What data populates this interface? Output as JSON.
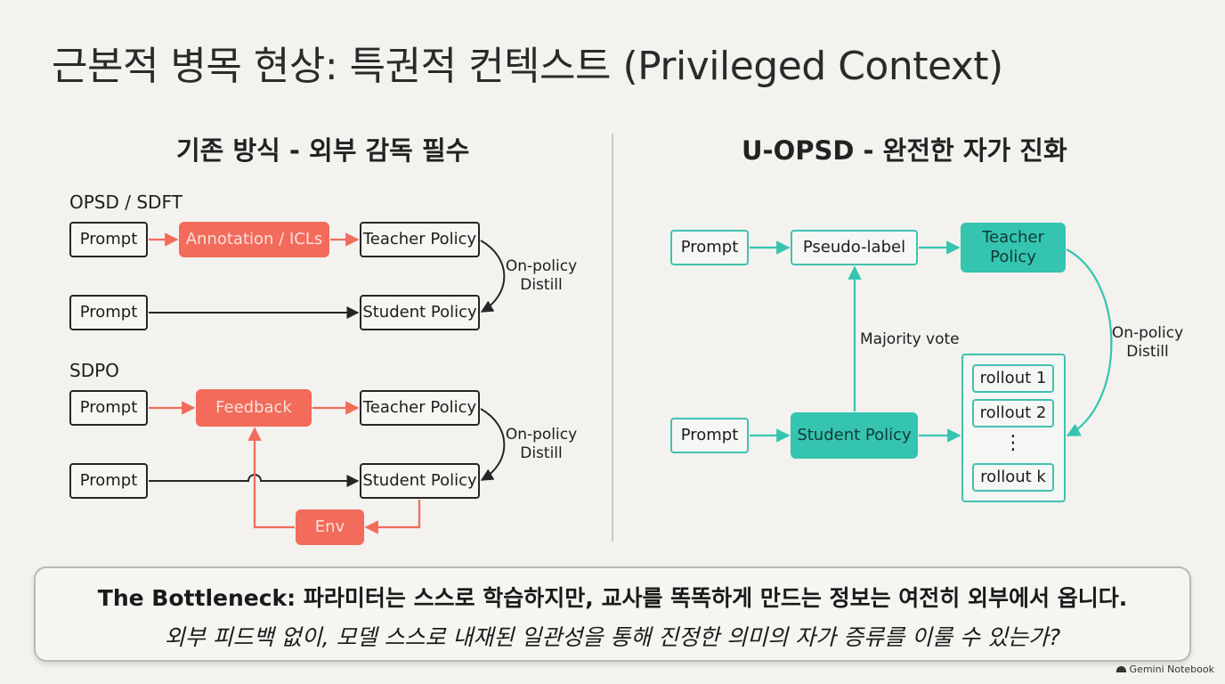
{
  "title": "근본적 병목 현상: 특권적 컨텍스트 (Privileged Context)",
  "left": {
    "heading": "기존 방식 - 외부 감독 필수",
    "opsd": {
      "label": "OPSD / SDFT",
      "prompt1": "Prompt",
      "annotation": "Annotation / ICLs",
      "teacher": "Teacher Policy",
      "prompt2": "Prompt",
      "student": "Student Policy",
      "distill_line1": "On-policy",
      "distill_line2": "Distill"
    },
    "sdpo": {
      "label": "SDPO",
      "prompt1": "Prompt",
      "feedback": "Feedback",
      "teacher": "Teacher Policy",
      "prompt2": "Prompt",
      "student": "Student Policy",
      "env": "Env",
      "distill_line1": "On-policy",
      "distill_line2": "Distill"
    }
  },
  "right": {
    "heading": "U-OPSD - 완전한 자가 진화",
    "prompt1": "Prompt",
    "pseudo_label": "Pseudo-label",
    "teacher_line1": "Teacher",
    "teacher_line2": "Policy",
    "majority_vote": "Majority vote",
    "prompt2": "Prompt",
    "student": "Student Policy",
    "rollouts": [
      "rollout 1",
      "rollout 2",
      "rollout k"
    ],
    "dots": "⋮",
    "distill_line1": "On-policy",
    "distill_line2": "Distill"
  },
  "bottleneck": {
    "line1": "The Bottleneck: 파라미터는 스스로 학습하지만, 교사를 똑똑하게 만드는 정보는 여전히 외부에서 옵니다.",
    "line2": "외부 피드백 없이, 모델 스스로 내재된 일관성을 통해 진정한 의미의 자가 증류를 이룰 수 있는가?"
  },
  "brand": "Gemini Notebook",
  "colors": {
    "red": "#f26b5b",
    "teal": "#35c4b0",
    "teal_line": "#41c2b0",
    "dark": "#262626",
    "background": "#f3f2ee"
  }
}
